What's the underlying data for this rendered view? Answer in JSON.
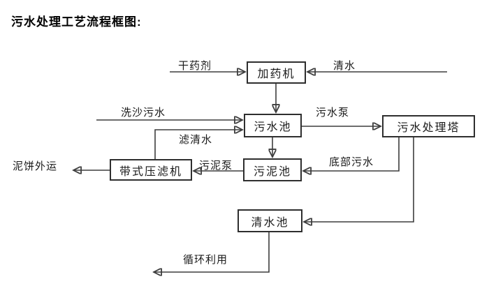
{
  "title": "污水处理工艺流程框图:",
  "nodes": {
    "dosing_machine": "加药机",
    "sewage_pool": "污水池",
    "treatment_tower": "污水处理塔",
    "belt_filter_press": "带式压滤机",
    "sludge_pool": "污泥池",
    "clean_water_pool": "清水池"
  },
  "flow_labels": {
    "dry_chemical": "干药剂",
    "clean_water": "清水",
    "sand_washing_sewage": "洗沙污水",
    "sewage_pump": "污水泵",
    "filtered_water": "滤清水",
    "sludge_pump": "污泥泵",
    "bottom_sewage": "底部污水",
    "mud_cake_out": "泥饼外运",
    "recycle_use": "循环利用"
  },
  "colors": {
    "line": "#3d3d3d",
    "text": "#1a1a1a",
    "background": "#ffffff"
  }
}
